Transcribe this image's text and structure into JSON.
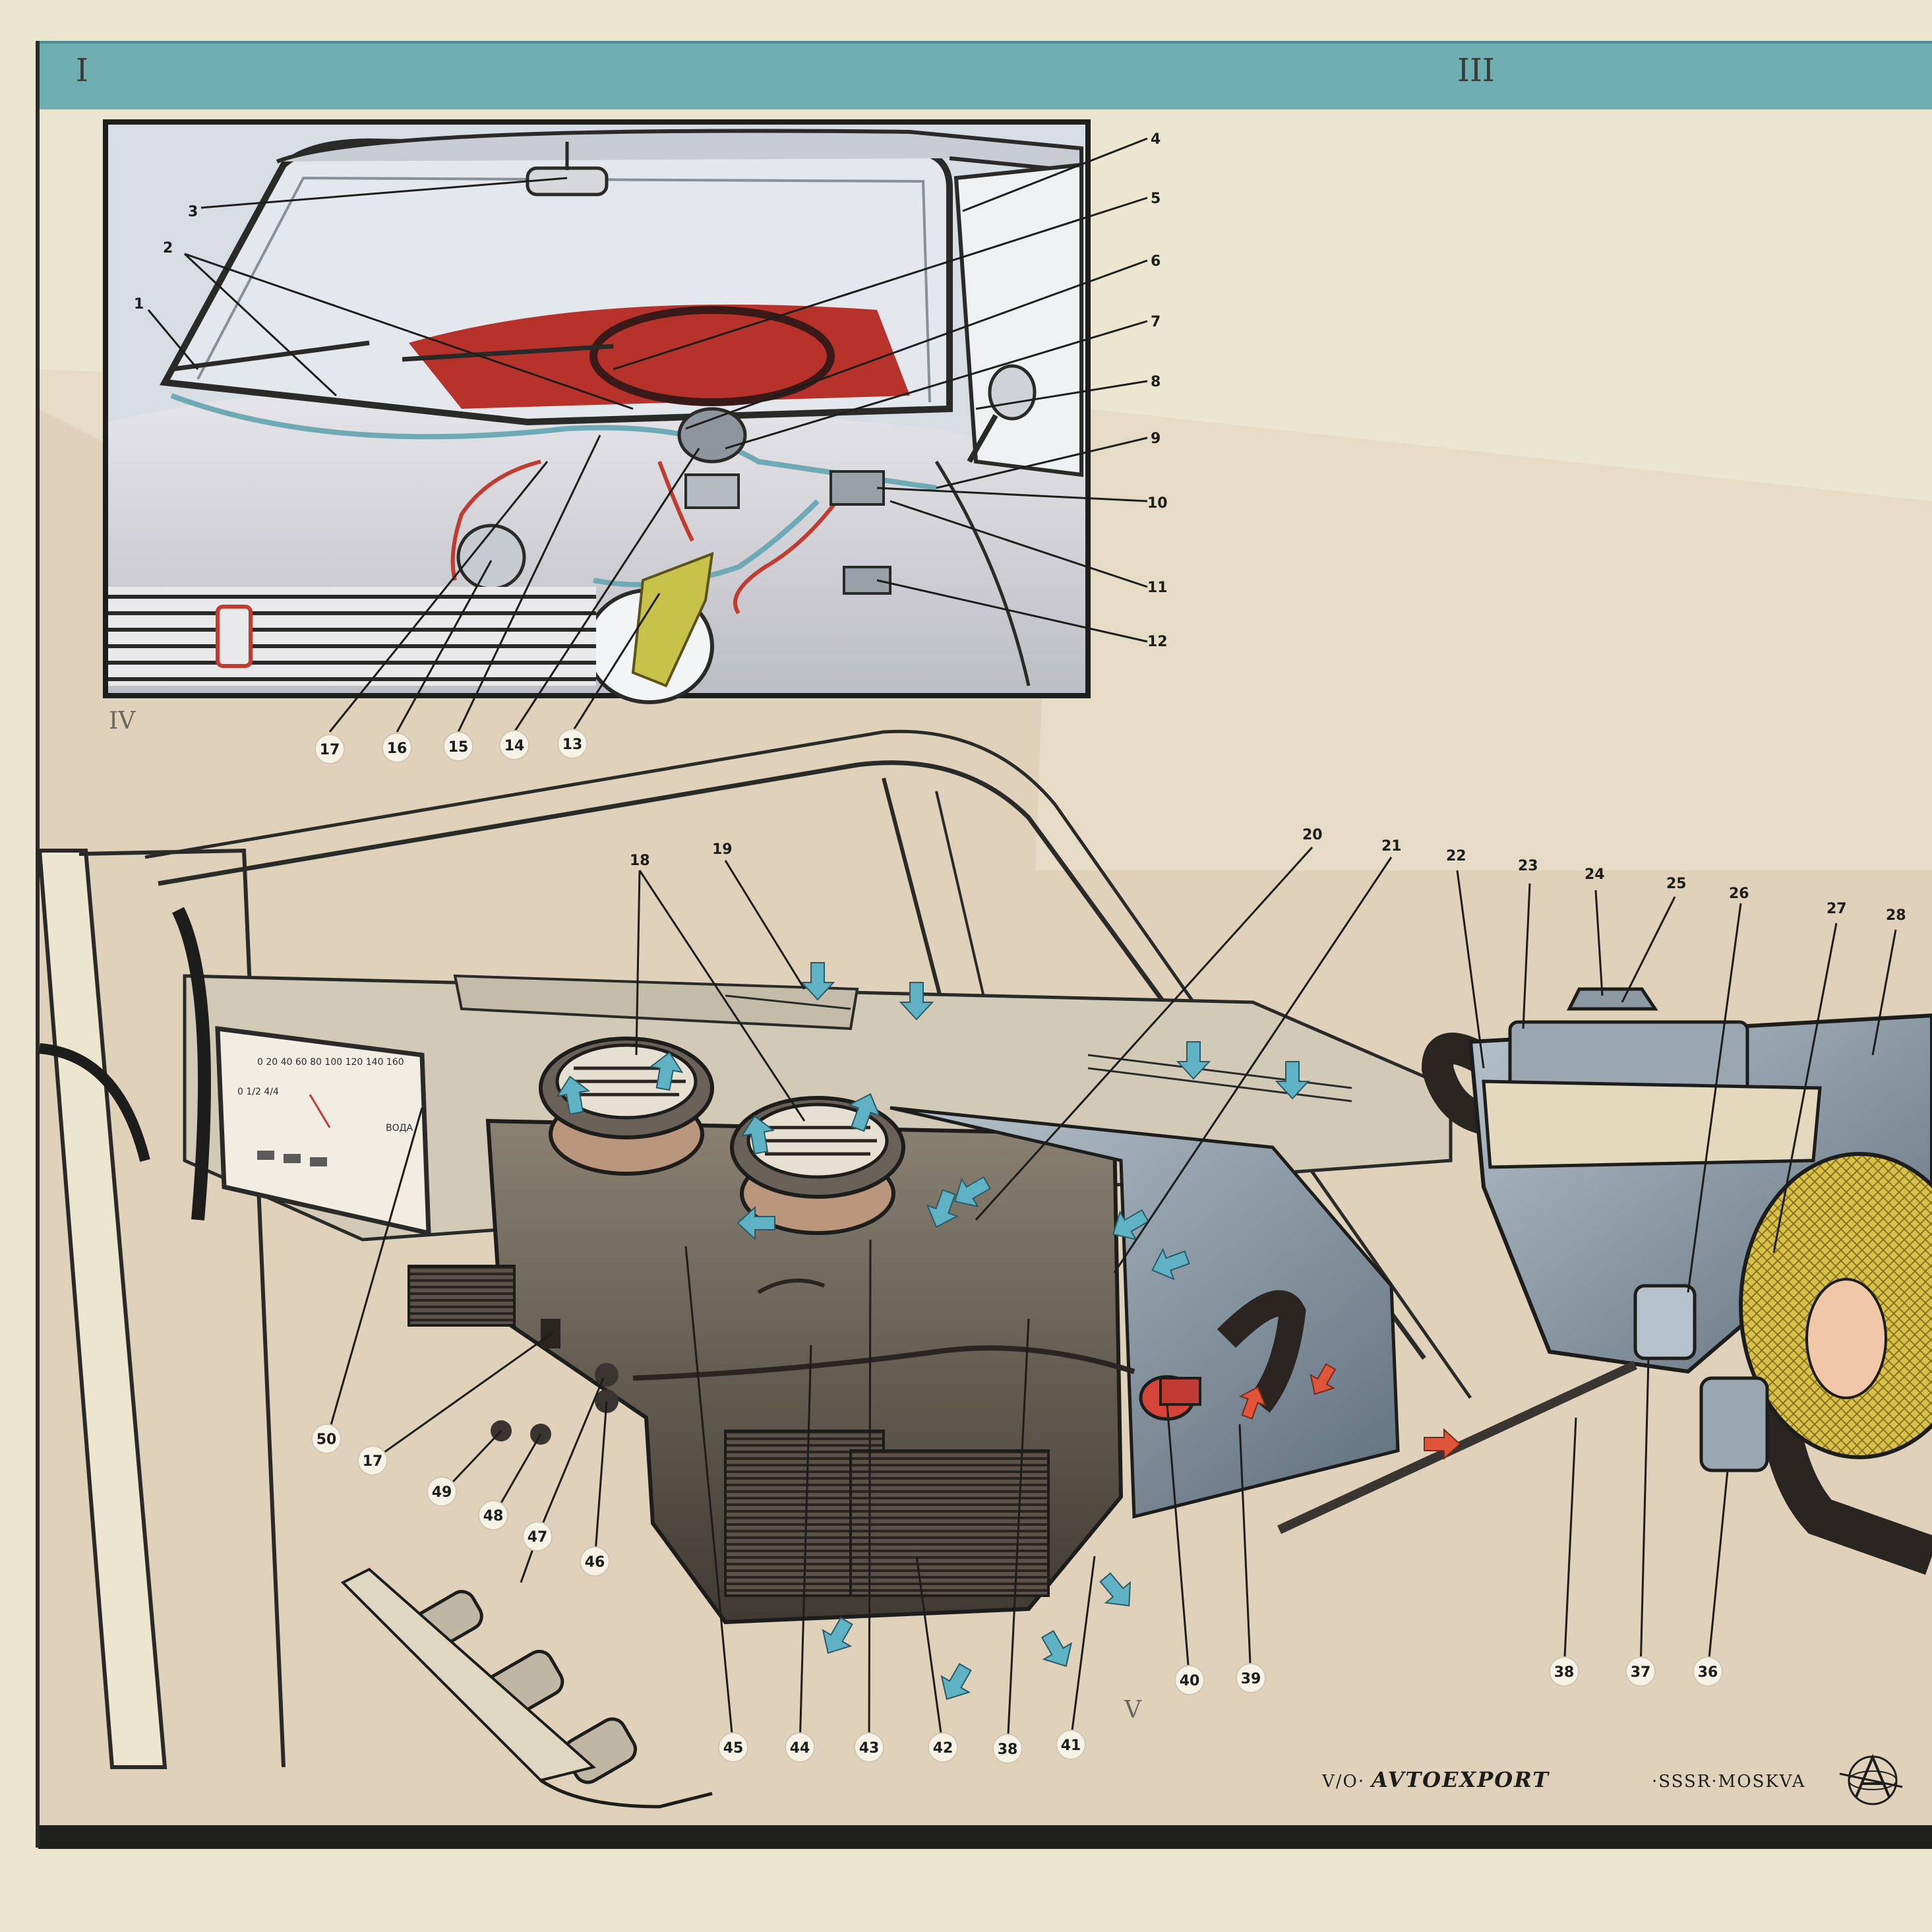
{
  "section_labels": {
    "top_left": "I",
    "top_center": "III",
    "mid_left": "IV",
    "bottom_center": "V"
  },
  "inset_callouts": [
    "1",
    "2",
    "3",
    "4",
    "5",
    "6",
    "7",
    "8",
    "9",
    "10",
    "11",
    "12",
    "13",
    "14",
    "15",
    "16",
    "17"
  ],
  "main_callouts": [
    "17",
    "18",
    "19",
    "20",
    "21",
    "22",
    "23",
    "24",
    "25",
    "26",
    "27",
    "28",
    "36",
    "37",
    "38",
    "39",
    "40",
    "41",
    "42",
    "43",
    "44",
    "45",
    "46",
    "47",
    "48",
    "49",
    "50"
  ],
  "speedometer_text": {
    "scale": "0 20 40 60 80 100 120 140 160",
    "fuel": "0 1/2 4/4",
    "water": "ВОДА"
  },
  "publisher": {
    "prefix": "V/O·",
    "name": "AVTOEXPORT",
    "suffix": "·SSSR·MOSKVA"
  },
  "colors": {
    "header_band": "#6eaeb0",
    "paper": "#ece5cf",
    "car_body": "#d8d8dc",
    "interior_red": "#b8322c",
    "hose": "#2a2520",
    "airflow_arrow": "#5fb2c4",
    "hot_arrow": "#e0553a",
    "washer_tank": "#c8c24a",
    "grille_mesh": "#d8c04a"
  },
  "icons": [
    "avtoexport-globe-logo-icon"
  ]
}
